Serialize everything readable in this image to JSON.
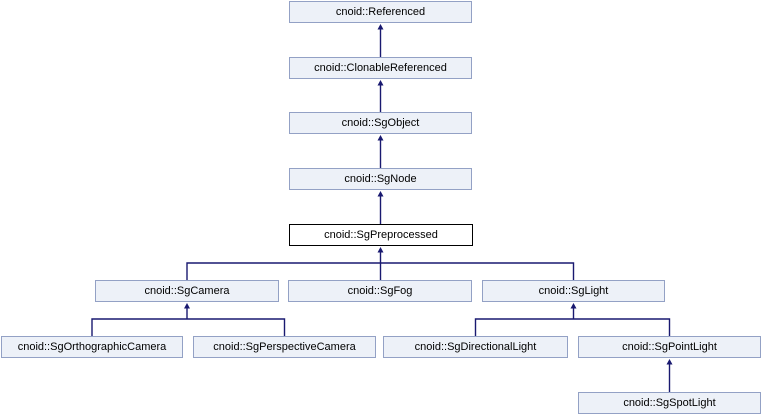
{
  "diagram": {
    "type": "class-inheritance-graph",
    "focus_node": "cnoid::SgPreprocessed",
    "colors": {
      "background": "#FFFFFF",
      "node_fill": "#EDF1F8",
      "node_border": "#93A1C5",
      "focus_fill": "#FFFFFF",
      "focus_border": "#000000",
      "edge": "#191970",
      "text": "#000000"
    },
    "nodes": [
      {
        "id": "referenced",
        "label": "cnoid::Referenced"
      },
      {
        "id": "clonable_referenced",
        "label": "cnoid::ClonableReferenced"
      },
      {
        "id": "sg_object",
        "label": "cnoid::SgObject"
      },
      {
        "id": "sg_node",
        "label": "cnoid::SgNode"
      },
      {
        "id": "sg_preprocessed",
        "label": "cnoid::SgPreprocessed"
      },
      {
        "id": "sg_camera",
        "label": "cnoid::SgCamera"
      },
      {
        "id": "sg_fog",
        "label": "cnoid::SgFog"
      },
      {
        "id": "sg_light",
        "label": "cnoid::SgLight"
      },
      {
        "id": "sg_orthographic_camera",
        "label": "cnoid::SgOrthographicCamera"
      },
      {
        "id": "sg_perspective_camera",
        "label": "cnoid::SgPerspectiveCamera"
      },
      {
        "id": "sg_directional_light",
        "label": "cnoid::SgDirectionalLight"
      },
      {
        "id": "sg_point_light",
        "label": "cnoid::SgPointLight"
      },
      {
        "id": "sg_spot_light",
        "label": "cnoid::SgSpotLight"
      }
    ],
    "edges": [
      {
        "derived": "cnoid::ClonableReferenced",
        "base": "cnoid::Referenced"
      },
      {
        "derived": "cnoid::SgObject",
        "base": "cnoid::ClonableReferenced"
      },
      {
        "derived": "cnoid::SgNode",
        "base": "cnoid::SgObject"
      },
      {
        "derived": "cnoid::SgPreprocessed",
        "base": "cnoid::SgNode"
      },
      {
        "derived": "cnoid::SgCamera",
        "base": "cnoid::SgPreprocessed"
      },
      {
        "derived": "cnoid::SgFog",
        "base": "cnoid::SgPreprocessed"
      },
      {
        "derived": "cnoid::SgLight",
        "base": "cnoid::SgPreprocessed"
      },
      {
        "derived": "cnoid::SgOrthographicCamera",
        "base": "cnoid::SgCamera"
      },
      {
        "derived": "cnoid::SgPerspectiveCamera",
        "base": "cnoid::SgCamera"
      },
      {
        "derived": "cnoid::SgDirectionalLight",
        "base": "cnoid::SgLight"
      },
      {
        "derived": "cnoid::SgPointLight",
        "base": "cnoid::SgLight"
      },
      {
        "derived": "cnoid::SgSpotLight",
        "base": "cnoid::SgPointLight"
      }
    ]
  }
}
